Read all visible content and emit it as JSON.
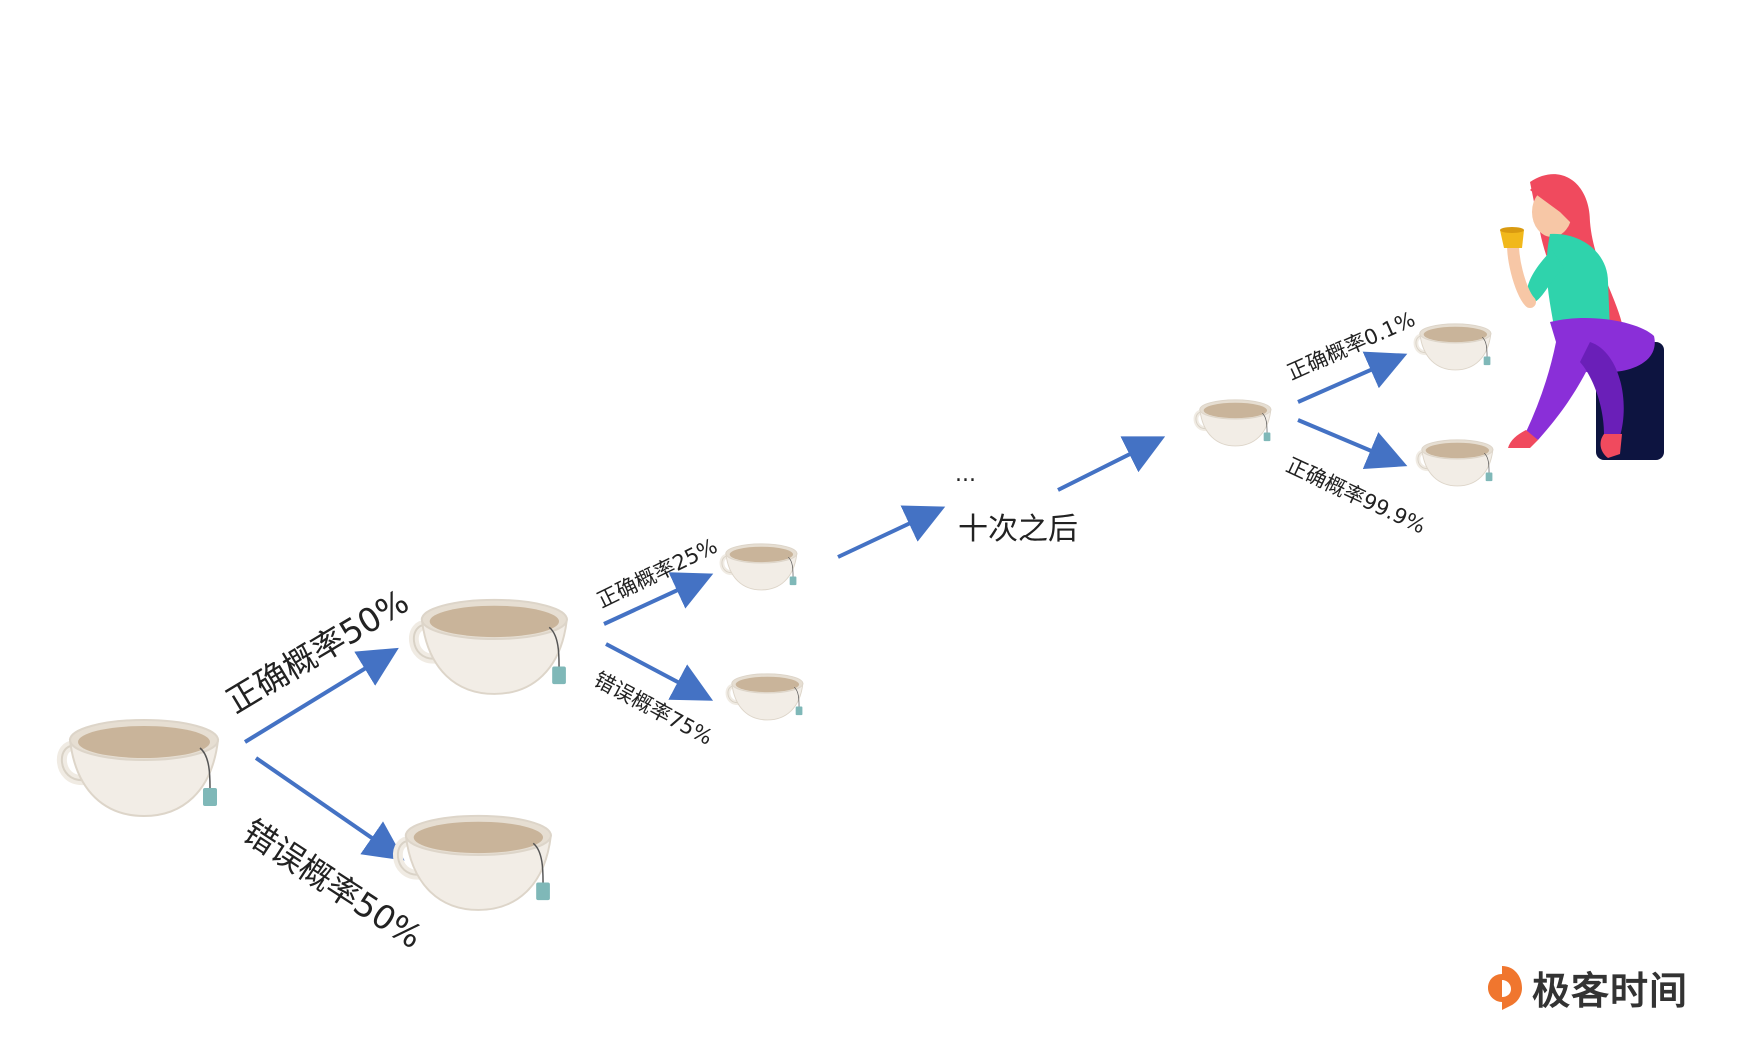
{
  "labels": {
    "first_correct": "正确概率50%",
    "first_wrong": "错误概率50%",
    "second_correct": "正确概率25%",
    "second_wrong": "错误概率75%",
    "ellipsis": "...",
    "after_ten": "十次之后",
    "final_correct": "正确概率0.1%",
    "final_wrong": "正确概率99.9%"
  },
  "brand": {
    "name": "极客时间"
  },
  "colors": {
    "arrow": "#4472c4",
    "cup_body": "#f2ede6",
    "tea": "#c9b49a",
    "tag": "#7fb8b8",
    "brand_orange": "#f0762e"
  },
  "icons": [
    "tea-cup-icon",
    "woman-drinking-tea-illustration",
    "geektime-logo-icon"
  ]
}
